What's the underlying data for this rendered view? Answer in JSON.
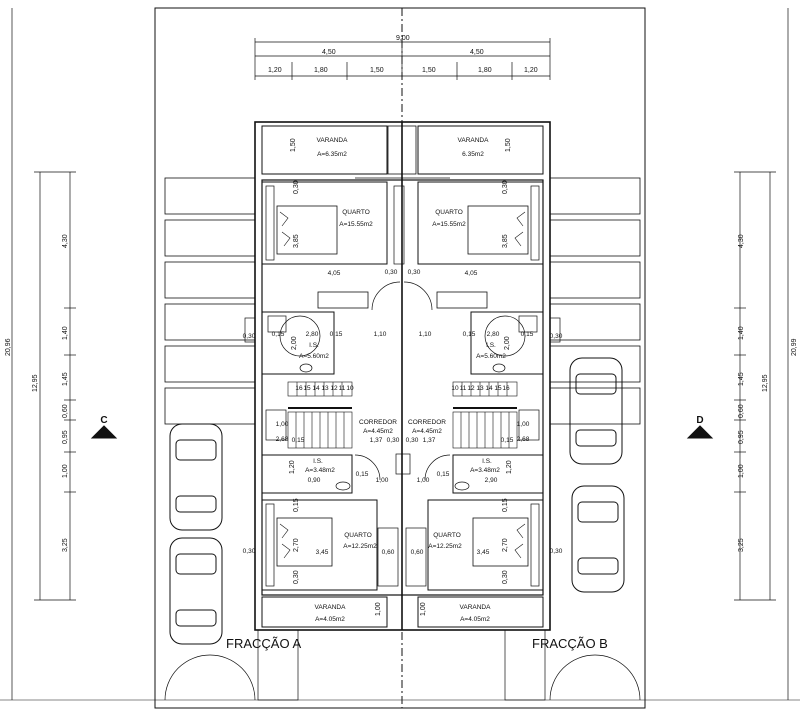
{
  "top_dims": {
    "total": "9,00",
    "halves": [
      "4,50",
      "4,50"
    ],
    "segments": [
      "1,20",
      "1,80",
      "1,50",
      "1,50",
      "1,80",
      "1,20"
    ]
  },
  "left_dims": {
    "total": "20,96",
    "sub": "12,95",
    "segments": [
      "4,30",
      "1,40",
      "1,45",
      "0,60",
      "0,95",
      "1,00",
      "3,25"
    ]
  },
  "right_dims": {
    "total": "20,99",
    "sub": "12,95",
    "segments": [
      "4,30",
      "1,40",
      "1,45",
      "0,60",
      "0,95",
      "1,00",
      "3,25"
    ]
  },
  "section_markers": [
    "C",
    "D"
  ],
  "fractions": [
    "FRACÇÃO A",
    "FRACÇÃO B"
  ],
  "rooms_a": {
    "varanda_top": {
      "name": "VARANDA",
      "area": "A=6.35m2",
      "dim": "1,50"
    },
    "quarto_top": {
      "name": "QUARTO",
      "area": "A=15.55m2",
      "dims": [
        "0,30",
        "3,85",
        "4,05",
        "0,30"
      ]
    },
    "ws": {
      "name": "I.S.",
      "area": "A=5.60m2",
      "dims": [
        "0,30",
        "2,80",
        "0,15",
        "2,00",
        "0,15",
        "1,10"
      ]
    },
    "stairs": [
      "16",
      "15",
      "14",
      "13",
      "12",
      "11",
      "10"
    ],
    "corredor": {
      "name": "CORREDOR",
      "area": "A=4.45m2",
      "dims": [
        "1,37",
        "0,30",
        "1,00",
        "2,68",
        "0,15"
      ]
    },
    "is_small": {
      "name": "I.S.",
      "area": "A=3.48m2",
      "dims": [
        "0,90",
        "1,00",
        "0,15",
        "1,20"
      ]
    },
    "quarto_bottom": {
      "name": "QUARTO",
      "area": "A=12.25m2",
      "dims": [
        "0,30",
        "2,70",
        "3,45",
        "0,60",
        "0,30",
        "0,15"
      ]
    },
    "varanda_bottom": {
      "name": "VARANDA",
      "area": "A=4.05m2",
      "dim": "1,00"
    }
  },
  "rooms_b": {
    "varanda_top": {
      "name": "VARANDA",
      "area": "6.35m2",
      "dim": "1,50"
    },
    "quarto_top": {
      "name": "QUARTO",
      "area": "A=15.55m2",
      "dims": [
        "0,30",
        "3,85",
        "4,05",
        "0,30"
      ]
    },
    "ws": {
      "name": "I.S.",
      "area": "A=5.60m2",
      "dims": [
        "0,30",
        "2,80",
        "0,15",
        "2,00",
        "0,15",
        "1,10"
      ]
    },
    "stairs": [
      "16",
      "15",
      "14",
      "13",
      "12",
      "11",
      "10"
    ],
    "corredor": {
      "name": "CORREDOR",
      "area": "A=4.45m2",
      "dims": [
        "1,37",
        "0,30",
        "1,00",
        "2,68",
        "0,15"
      ]
    },
    "is_small": {
      "name": "I.S.",
      "area": "A=3.48m2",
      "dims": [
        "2,90",
        "1,00",
        "0,15",
        "1,20"
      ]
    },
    "quarto_bottom": {
      "name": "QUARTO",
      "area": "A=12.25m2",
      "dims": [
        "0,30",
        "2,70",
        "3,45",
        "0,60",
        "0,30",
        "0,15"
      ]
    },
    "varanda_bottom": {
      "name": "VARANDA",
      "area": "A=4.05m2",
      "dim": "1,00"
    }
  }
}
